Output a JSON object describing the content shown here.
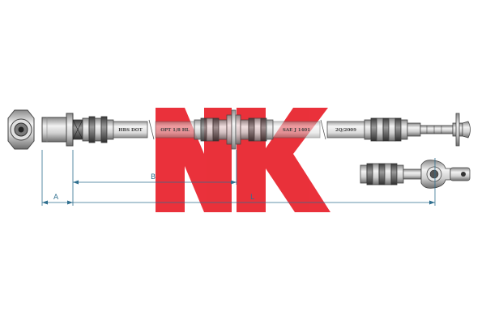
{
  "logo": {
    "text": "NK",
    "color": "#e8202a"
  },
  "hose_markings": {
    "m1": "HBS DOT",
    "m2": "OPT 1/8 HL",
    "m3": "SAE J 1401",
    "m4": "2Q/2009"
  },
  "dimensions": {
    "a": "A",
    "b": "B",
    "l": "L"
  },
  "colors": {
    "outline": "#555555",
    "dimension": "#2f6f8f",
    "fitting_light": "#d9d9d9",
    "fitting_dark": "#5a5a5a",
    "hose": "#d0d0d0"
  }
}
